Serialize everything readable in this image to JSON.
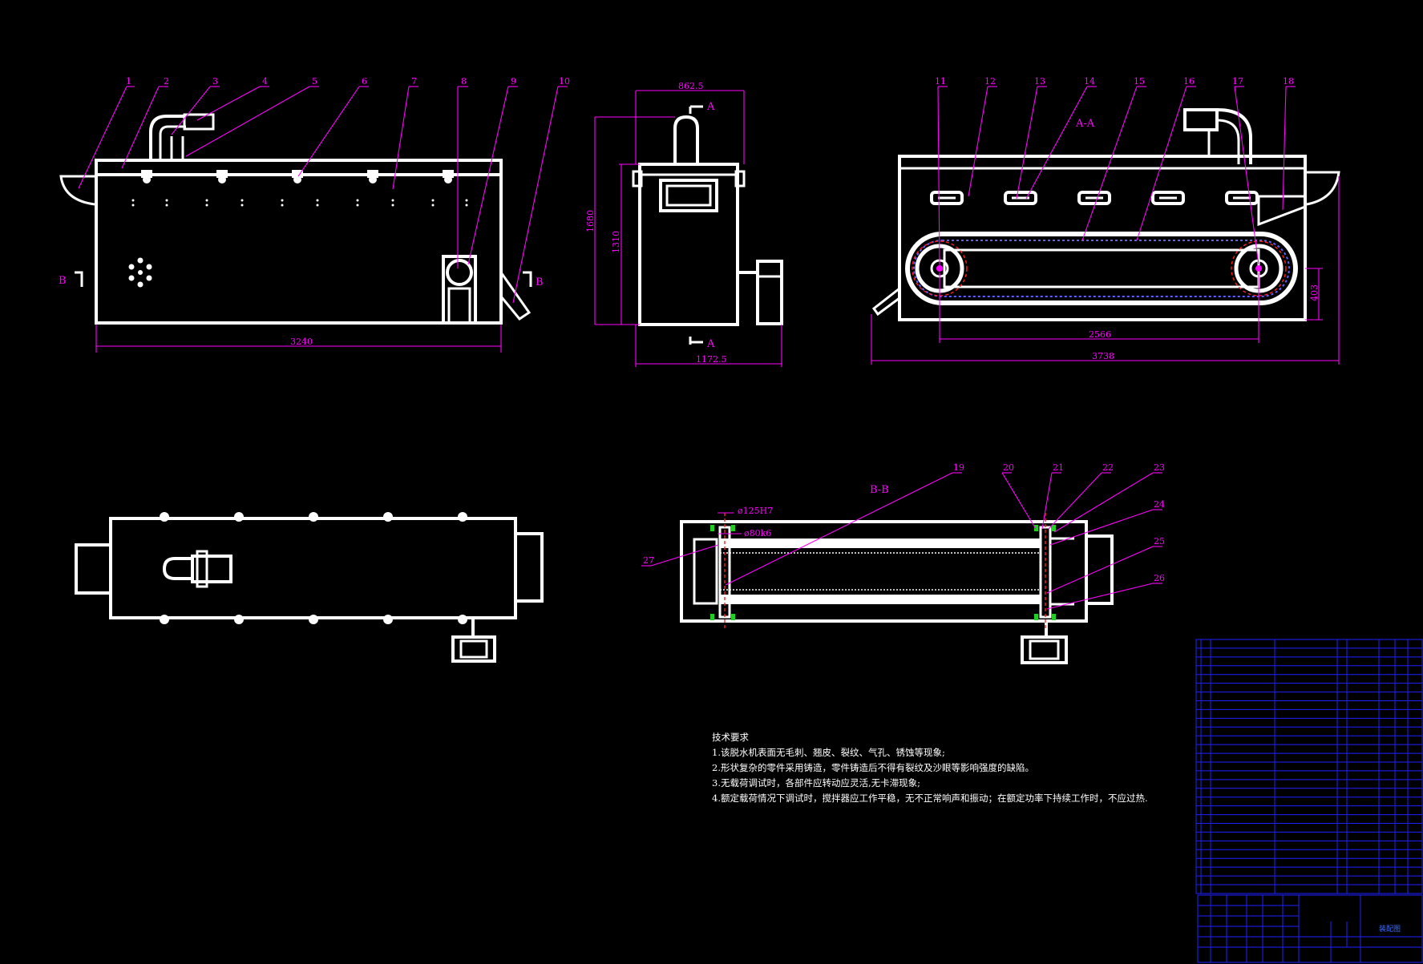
{
  "front_view": {
    "balloons": [
      "1",
      "2",
      "3",
      "4",
      "5",
      "6",
      "7",
      "8",
      "9",
      "10"
    ],
    "section_mark_left": "B",
    "section_mark_right": "B",
    "dim_length": "3240"
  },
  "side_view": {
    "dim_top": "862.5",
    "dim_height_total": "1680",
    "dim_height_body": "1310",
    "dim_bottom": "1172.5",
    "section_mark_top": "A",
    "section_mark_bottom": "A"
  },
  "section_aa": {
    "title": "A-A",
    "balloons": [
      "11",
      "12",
      "13",
      "14",
      "15",
      "16",
      "17",
      "18"
    ],
    "dim_center": "2566",
    "dim_overall": "3738",
    "dim_height": "403"
  },
  "section_bb": {
    "title": "B-B",
    "balloons": [
      "19",
      "20",
      "21",
      "22",
      "23",
      "24",
      "25",
      "26",
      "27"
    ],
    "fit_1": "ø125H7",
    "fit_2": "ø80k6"
  },
  "tech_requirements": {
    "title": "技术要求",
    "items": [
      "1.该脱水机表面无毛刺、翘皮、裂纹、气孔、锈蚀等现象;",
      "2.形状复杂的零件采用铸造，零件铸造后不得有裂纹及沙眼等影响强度的缺陷。",
      "3.无载荷调试时，各部件应转动应灵活,无卡滞现象;",
      "4.额定载荷情况下调试时，搅拌器应工作平稳，无不正常响声和振动；在额定功率下持续工作时，不应过热."
    ]
  },
  "title_block": {
    "drawing_name": "装配图"
  },
  "colors": {
    "background": "#000000",
    "geometry": "#ffffff",
    "annotation": "#ff00ff",
    "table": "#2020ff",
    "centerline": "#ff2020",
    "bearing": "#20d020"
  }
}
